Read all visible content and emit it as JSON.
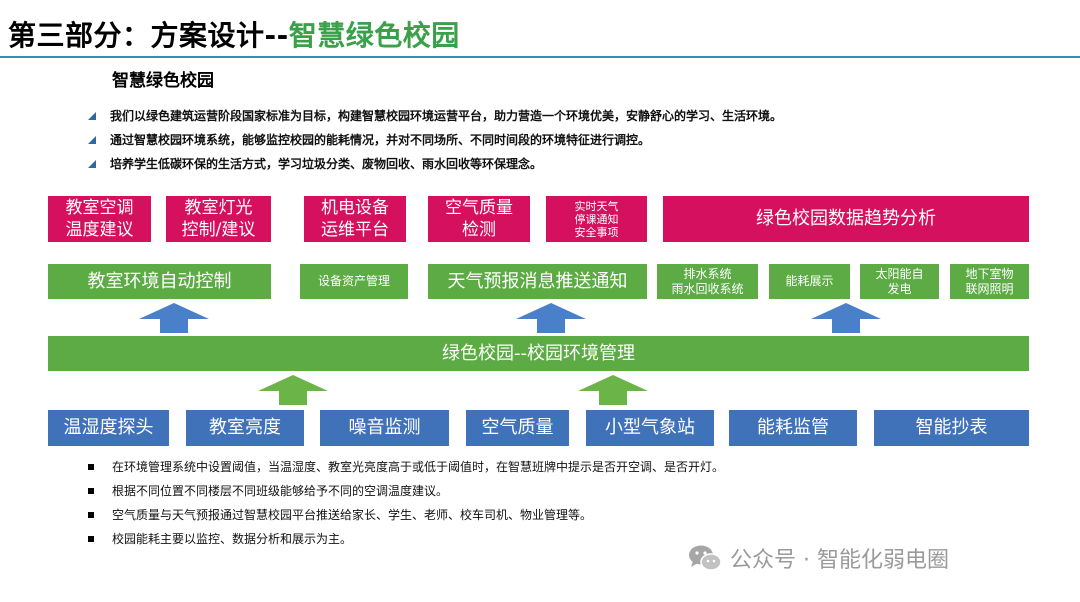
{
  "header": {
    "title_prefix": "第三部分：方案设计--",
    "title_highlight": "智慧绿色校园"
  },
  "subtitle": "智慧绿色校园",
  "intro_points": [
    "我们以绿色建筑运营阶段国家标准为目标，构建智慧校园环境运营平台，助力营造一个环境优美，安静舒心的学习、生活环境。",
    "通过智慧校园环境系统，能够监控校园的能耗情况，并对不同场所、不同时间段的环境特征进行调控。",
    "培养学生低碳环保的生活方式，学习垃圾分类、废物回收、雨水回收等环保理念。"
  ],
  "applications": [
    "教室空调\n温度建议",
    "教室灯光\n控制/建议",
    "机电设备\n运维平台",
    "空气质量\n检测",
    "实时天气\n停课通知\n安全事项",
    "绿色校园数据趋势分析"
  ],
  "functions": [
    "教室环境自动控制",
    "设备资产管理",
    "天气预报消息推送通知",
    "排水系统\n雨水回收系统",
    "能耗展示",
    "太阳能自\n发电",
    "地下室物\n联网照明"
  ],
  "platform": "绿色校园--校园环境管理",
  "sensors": [
    "温湿度探头",
    "教室亮度",
    "噪音监测",
    "空气质量",
    "小型气象站",
    "能耗监管",
    "智能抄表"
  ],
  "notes": [
    "在环境管理系统中设置阈值，当温湿度、教室光亮度高于或低于阈值时，在智慧班牌中提示是否开空调、是否开灯。",
    "根据不同位置不同楼层不同班级能够给予不同的空调温度建议。",
    "空气质量与天气预报通过智慧校园平台推送给家长、学生、老师、校车司机、物业管理等。",
    "校园能耗主要以监控、数据分析和展示为主。"
  ],
  "watermark": "公众号 · 智能化弱电圈",
  "colors": {
    "application_boxes": "#d4105f",
    "function_boxes": "#5cab44",
    "sensor_boxes": "#3f72b8",
    "title_highlight": "#3aa14a"
  }
}
